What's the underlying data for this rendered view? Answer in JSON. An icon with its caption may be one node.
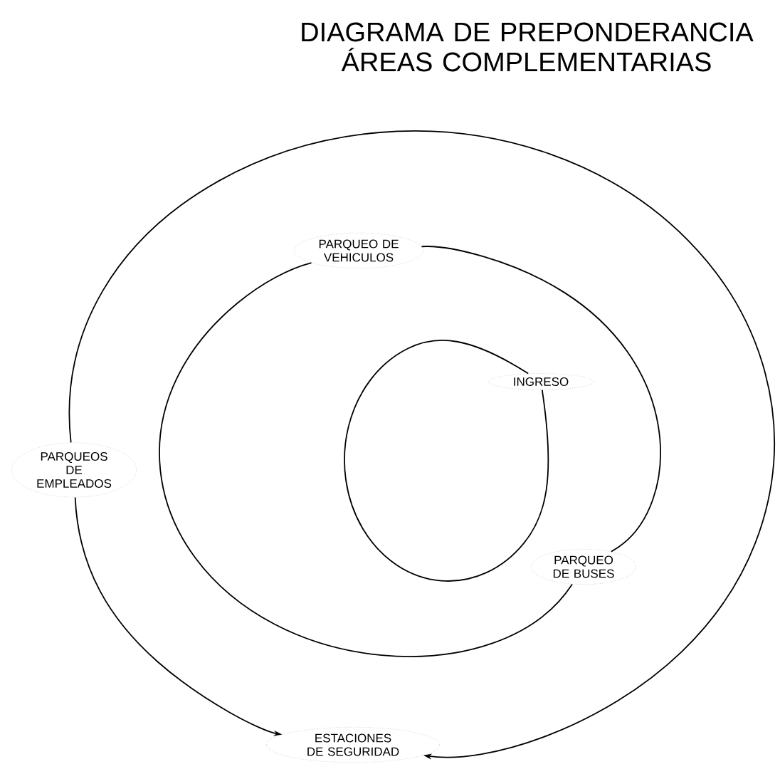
{
  "diagram": {
    "title": "DIAGRAMA DE PREPONDERANCIA ÁREAS COMPLEMENTARIAS",
    "nodes": [
      {
        "text": [
          "INGRESO"
        ]
      },
      {
        "text": [
          "PARQUEO DE VEHICULOS"
        ]
      },
      {
        "text": [
          "PARQUEOS DE EMPLEADOS"
        ]
      },
      {
        "text": [
          "PARQUEO DE BUSES"
        ]
      },
      {
        "text": [
          "ESTACIONES DE SEGURIDAD"
        ]
      }
    ],
    "edges": [
      {
        "from": 0,
        "to": 0,
        "arrow": "none"
      },
      {
        "from": 1,
        "to": 3,
        "arrow": "none"
      },
      {
        "from": 1,
        "to": 3,
        "arrow": "none"
      },
      {
        "from": 2,
        "to": 4,
        "arrow": "to"
      },
      {
        "from": 2,
        "to": 4,
        "arrow": "to"
      }
    ]
  }
}
